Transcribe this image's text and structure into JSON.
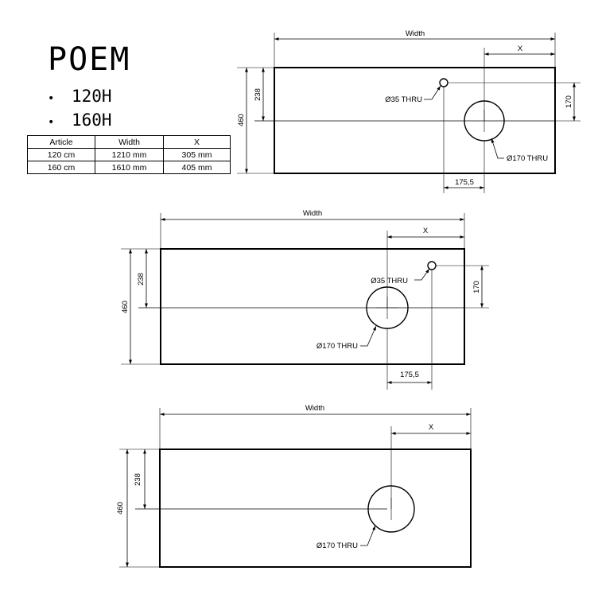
{
  "product": {
    "name": "POEM",
    "models": [
      {
        "bullet": "•",
        "label": "120H"
      },
      {
        "bullet": "•",
        "label": "160H"
      }
    ]
  },
  "spec_table": {
    "headers": [
      "Article",
      "Width",
      "X"
    ],
    "rows": [
      [
        "120 cm",
        "1210 mm",
        "305 mm"
      ],
      [
        "160 cm",
        "1610 mm",
        "405 mm"
      ]
    ]
  },
  "drawings": {
    "top": {
      "width_label": "Width",
      "x_label": "X",
      "depth_label": "460",
      "center_label": "238",
      "offset_label": "170",
      "hole_offset_label": "175,5",
      "small_hole_label": "Ø35 THRU",
      "large_hole_label": "Ø170 THRU"
    },
    "middle": {
      "width_label": "Width",
      "x_label": "X",
      "depth_label": "460",
      "center_label": "238",
      "offset_label": "170",
      "hole_offset_label": "175,5",
      "small_hole_label": "Ø35 THRU",
      "large_hole_label": "Ø170 THRU"
    },
    "bottom": {
      "width_label": "Width",
      "x_label": "X",
      "depth_label": "460",
      "center_label": "238",
      "large_hole_label": "Ø170 THRU"
    }
  }
}
